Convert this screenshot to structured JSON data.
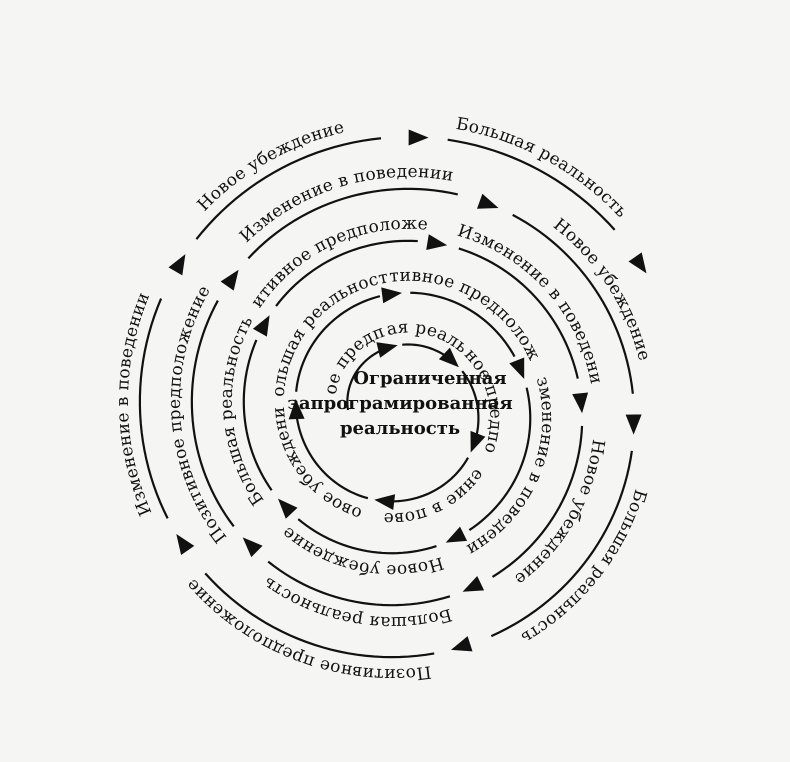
{
  "center_label": {
    "line1": "Ограниченная",
    "line2": "запрограмированная",
    "line3": "реальность"
  },
  "spiral_labels": [
    "Позитивное предположение",
    "Большая реальность",
    "Позитивное предположение",
    "Изменение в поведении",
    "Новое убеждение",
    "Большая реальность",
    "Позитивное предположение",
    "Изменение в поведении",
    "Новое убеждение",
    "Большая реальность",
    "Позитивное предположение",
    "Изменение в поведении",
    "Новое убеждение",
    "Большая реальность",
    "Позитивное предположение",
    "Изменение в поведении",
    "Новое убеждение",
    "Большая реальность",
    "Позитивное предположение",
    "Изменение в поведении",
    "Новое убеждение",
    "Большая реальность"
  ],
  "colors": {
    "ink": "#111111",
    "paper": "#f5f5f3"
  }
}
